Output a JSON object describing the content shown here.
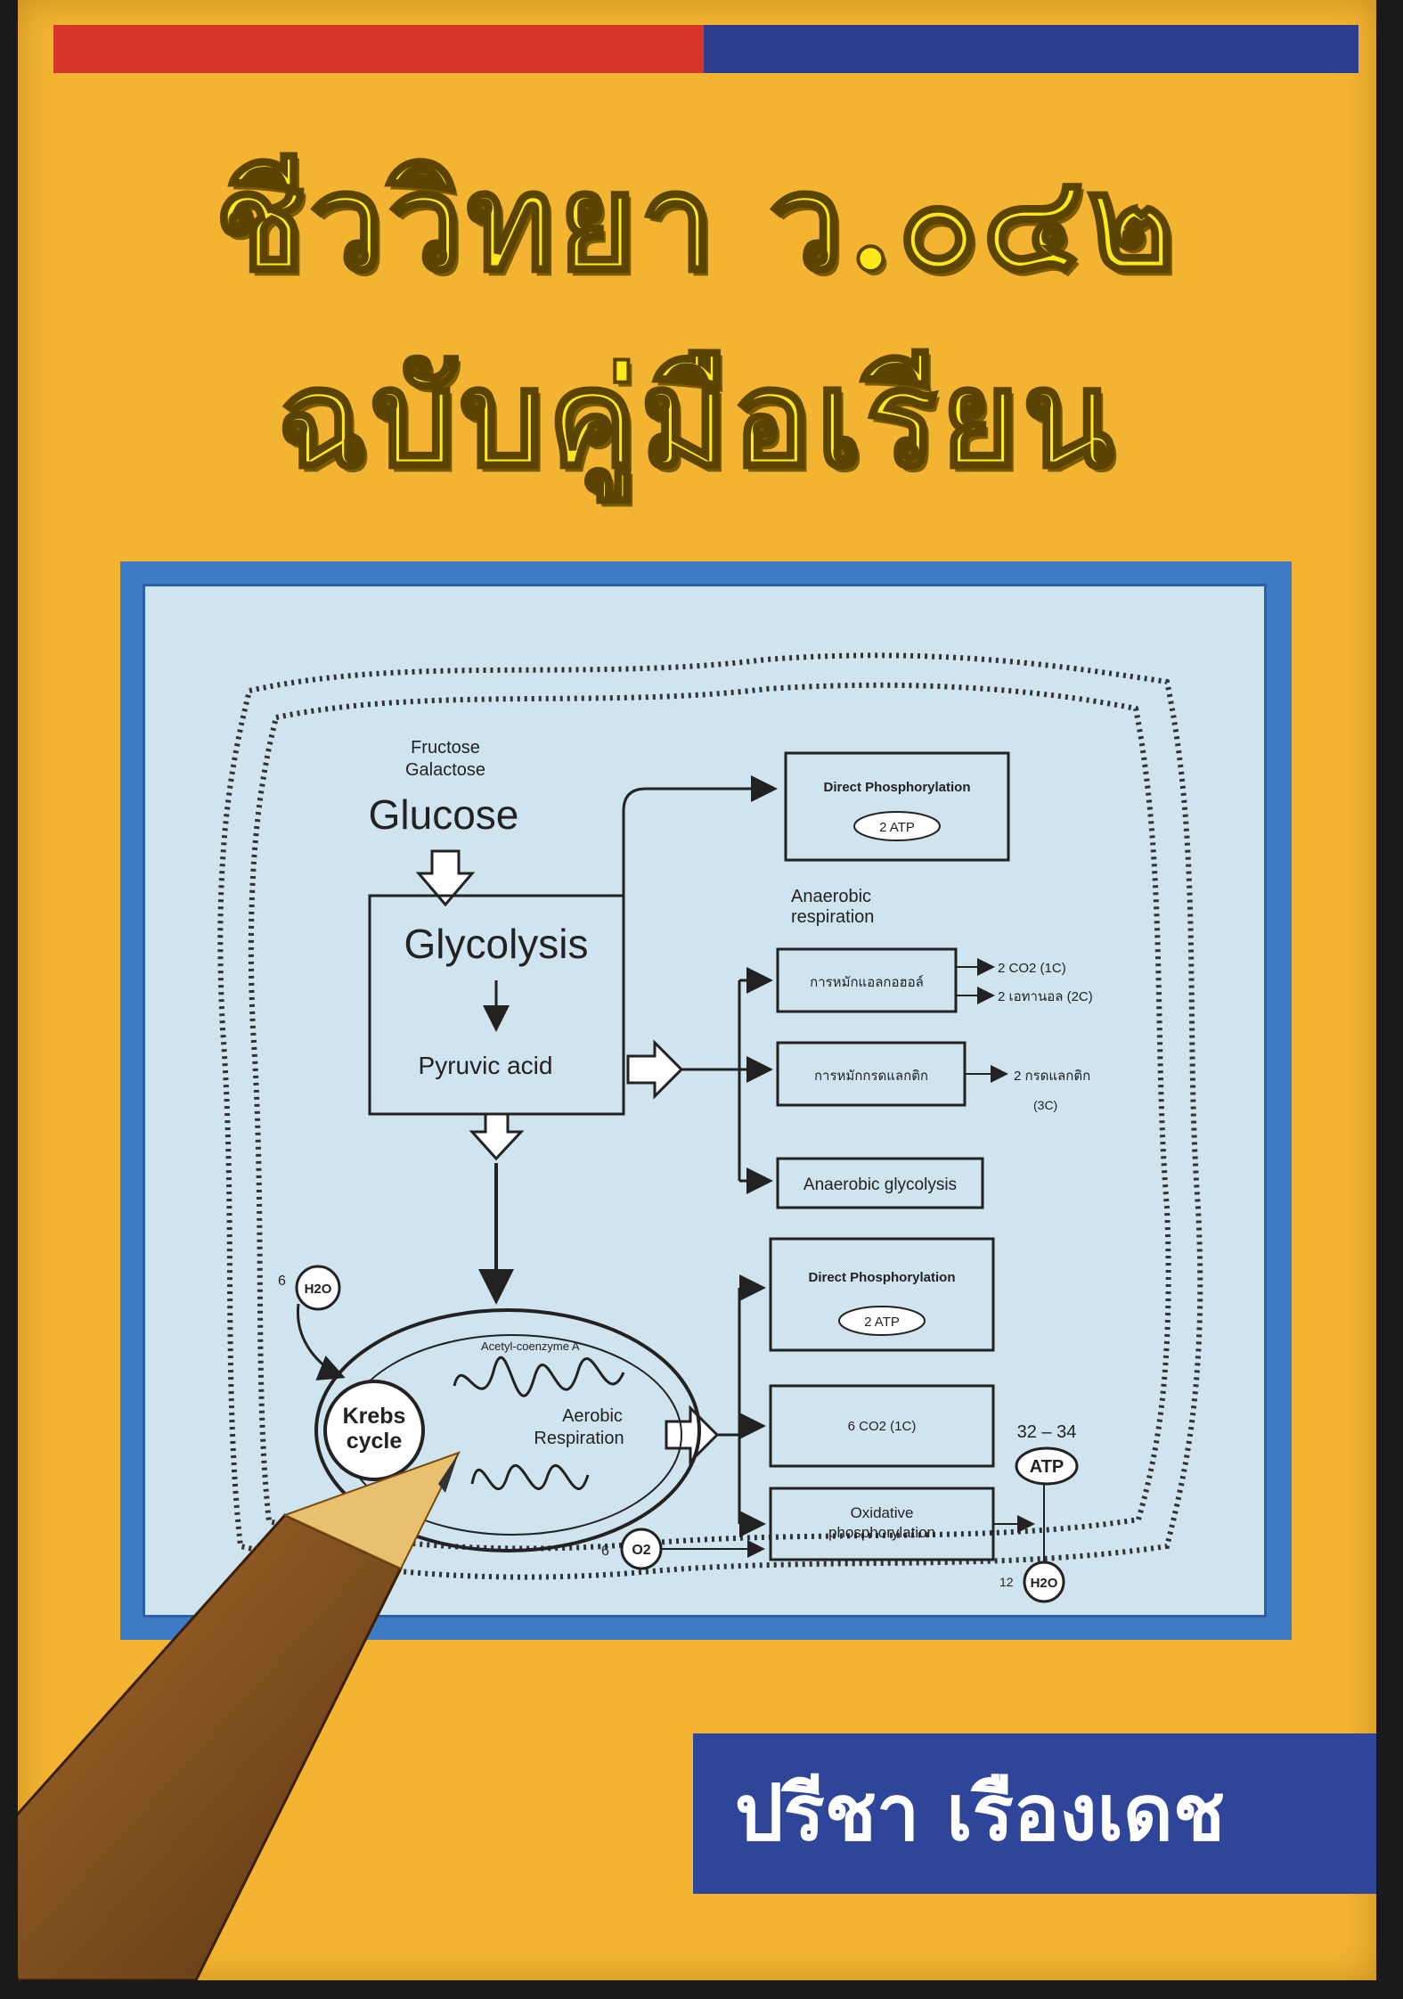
{
  "cover": {
    "title_line1": "ชีววิทยา ว.๐๔๒",
    "title_line2": "ฉบับคู่มือเรียน",
    "author": "ปรีชา เรืองเดช",
    "colors": {
      "background": "#f3b531",
      "stripe_left": "#d9362b",
      "stripe_right": "#2d3f8c",
      "title": "#ffe81a",
      "author_bar": "#2f459a",
      "frame": "#3f7cc8",
      "panel": "#cfe4ef"
    }
  },
  "diagram": {
    "sugars_1": "Fructose",
    "sugars_2": "Galactose",
    "glucose": "Glucose",
    "glycolysis": "Glycolysis",
    "pyruvic": "Pyruvic acid",
    "direct_phos_1": "Direct Phosphorylation",
    "atp_1": "2 ATP",
    "anaerobic_1": "Anaerobic",
    "anaerobic_2": "respiration",
    "ferment_alcohol": "การหมักแอลกอฮอล์",
    "co2_1": "2 CO2 (1C)",
    "ethanol": "2 เอทานอล (2C)",
    "ferment_lactic": "การหมักกรดแลกติก",
    "lactic": "2 กรดแลกติก",
    "lactic_c": "(3C)",
    "anaerobic_glycolysis": "Anaerobic glycolysis",
    "direct_phos_2": "Direct Phosphorylation",
    "atp_2": "2 ATP",
    "co2_6": "6 CO2 (1C)",
    "oxidative_1": "Oxidative",
    "oxidative_2": "phosphorylation",
    "atp_range": "32 – 34",
    "atp_label": "ATP",
    "h2o_in_count": "6",
    "h2o_label": "H2O",
    "acetyl": "Acetyl-coenzyme A",
    "krebs_1": "Krebs",
    "krebs_2": "cycle",
    "aerobic_1": "Aerobic",
    "aerobic_2": "Respiration",
    "o2_count": "6",
    "o2_label": "O2",
    "h2o_out_count": "12",
    "h2o_out_label": "H2O"
  }
}
